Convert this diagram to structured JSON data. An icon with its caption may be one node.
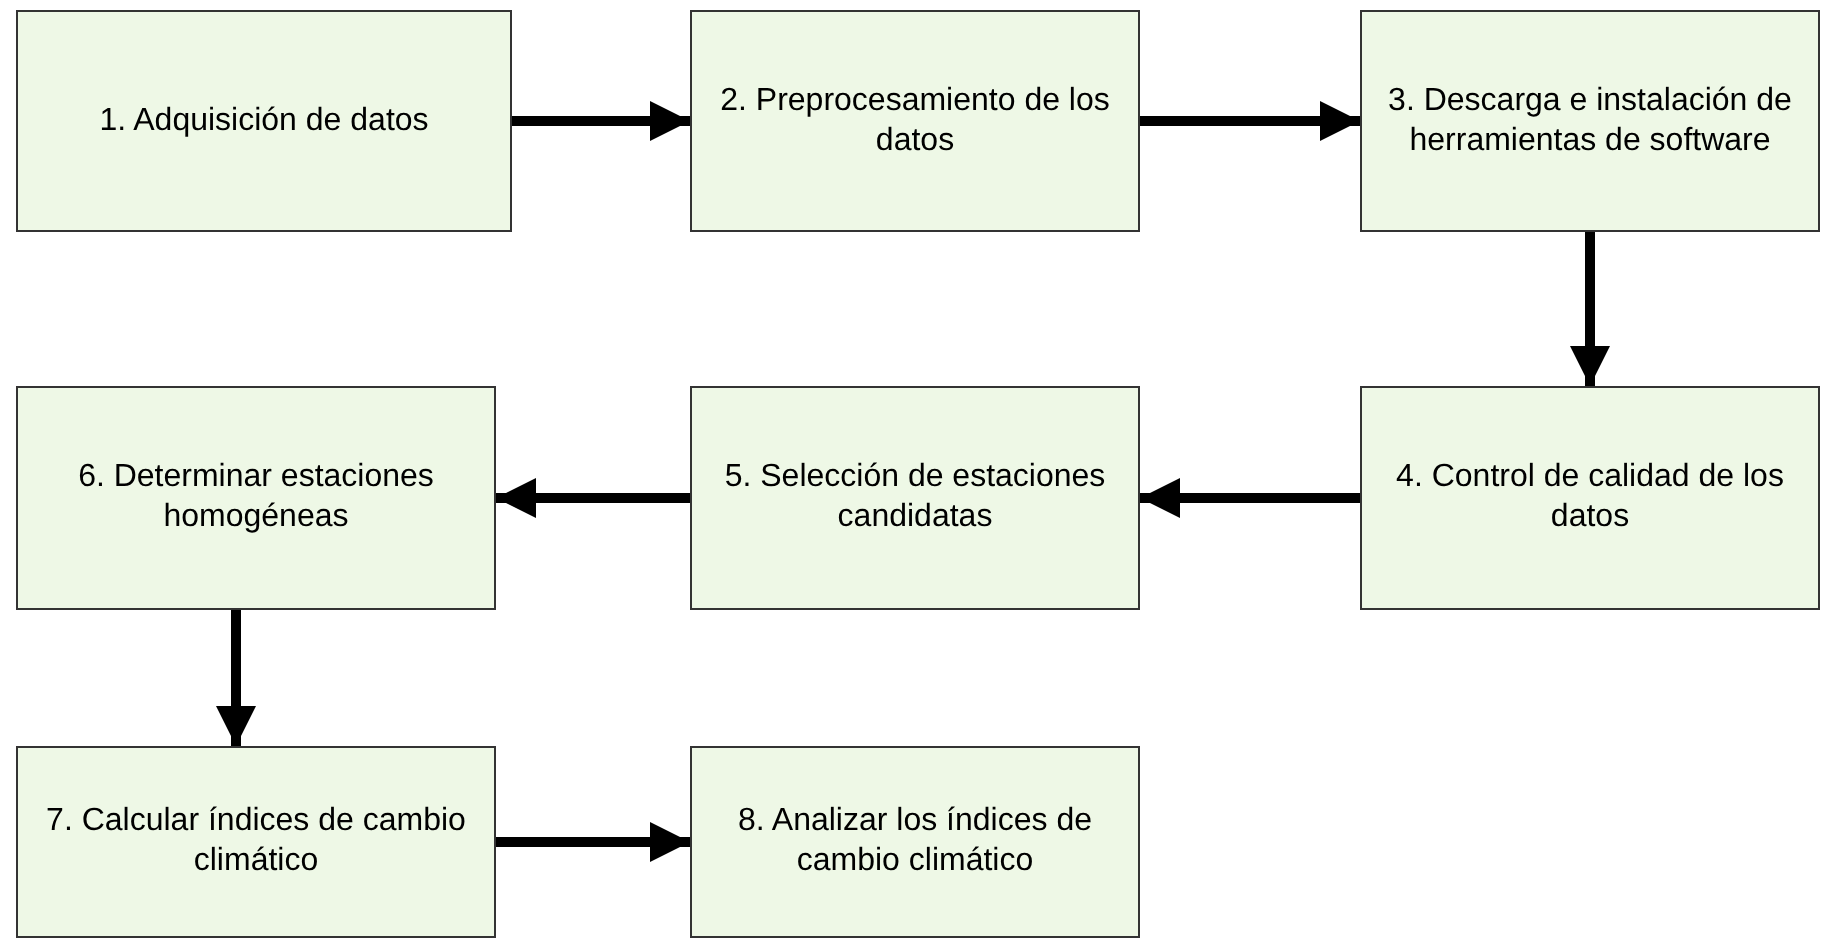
{
  "diagram": {
    "nodes": [
      {
        "text": [
          "1. Adquisición de datos"
        ]
      },
      {
        "text": [
          "2. Preprocesamiento de los datos"
        ]
      },
      {
        "text": [
          "3. Descarga e instalación de herramientas de software"
        ]
      },
      {
        "text": [
          "4. Control de calidad de los datos"
        ]
      },
      {
        "text": [
          "5. Selección de estaciones candidatas"
        ]
      },
      {
        "text": [
          "6. Determinar estaciones homogéneas"
        ]
      },
      {
        "text": [
          "7. Calcular índices de cambio climático"
        ]
      },
      {
        "text": [
          "8. Analizar los índices de cambio climático"
        ]
      }
    ],
    "edges": [
      {
        "from": 0,
        "to": 1,
        "arrow": "to"
      },
      {
        "from": 1,
        "to": 2,
        "arrow": "to"
      },
      {
        "from": 2,
        "to": 3,
        "arrow": "to"
      },
      {
        "from": 3,
        "to": 4,
        "arrow": "to"
      },
      {
        "from": 4,
        "to": 5,
        "arrow": "to"
      },
      {
        "from": 5,
        "to": 6,
        "arrow": "to"
      },
      {
        "from": 6,
        "to": 7,
        "arrow": "to"
      }
    ]
  }
}
